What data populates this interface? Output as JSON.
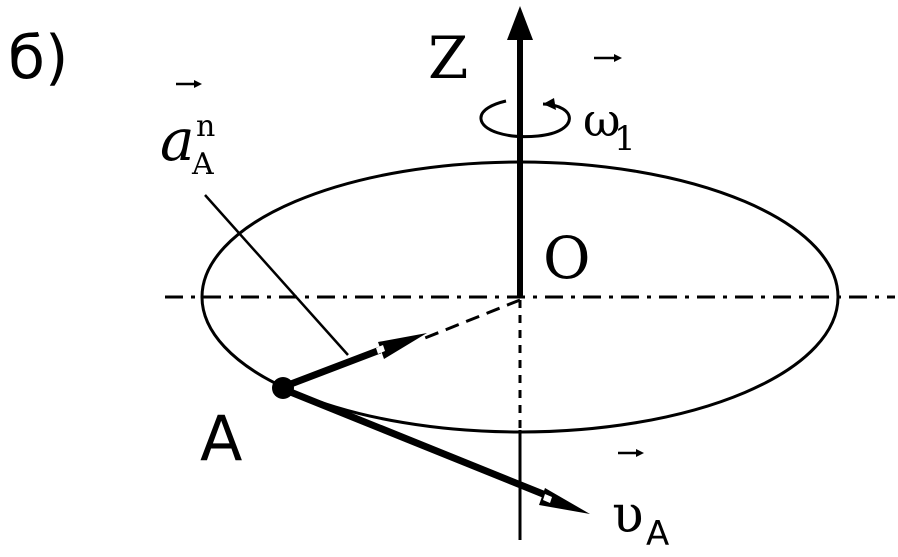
{
  "figure": {
    "panel_label": "б)",
    "axis_label": "Z",
    "center_label": "O",
    "point_label": "A",
    "omega": {
      "symbol": "ω",
      "subscript": "1"
    },
    "accel": {
      "symbol": "a",
      "subscript": "A",
      "superscript": "n"
    },
    "velocity": {
      "symbol": "υ",
      "subscript": "A"
    },
    "ink_color": "#000000",
    "background_color": "#ffffff"
  }
}
